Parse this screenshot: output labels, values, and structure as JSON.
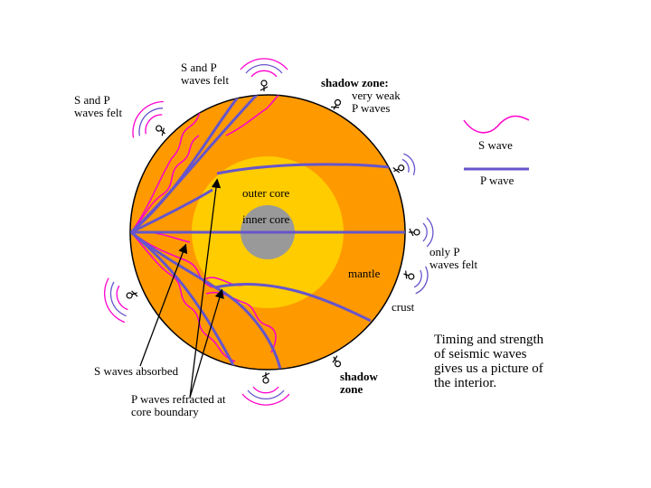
{
  "colors": {
    "crust": "#ff9900",
    "mantle": "#ff9900",
    "outer_core": "#ffff66",
    "inner_core": "#999999",
    "s_wave": "#ff00cc",
    "p_wave": "#6655cc",
    "outline": "#000000"
  },
  "legend": {
    "s_wave": "S wave",
    "p_wave": "P wave"
  },
  "labels": {
    "outer_core": "outer core",
    "inner_core": "inner core",
    "mantle": "mantle",
    "crust": "crust",
    "sp_top": "S and P\nwaves felt",
    "sp_left": "S and P\nwaves felt",
    "shadow_top_title": "shadow zone:",
    "shadow_top_desc": "very weak\nP waves",
    "only_p": "only P\nwaves felt",
    "shadow_bottom": "shadow\nzone",
    "s_absorbed": "S waves absorbed",
    "p_refracted": "P waves refracted at\ncore boundary",
    "summary": "Timing and strength\nof seismic waves\ngives us a picture of\nthe interior."
  },
  "icons": [
    "seismometer-icon"
  ]
}
